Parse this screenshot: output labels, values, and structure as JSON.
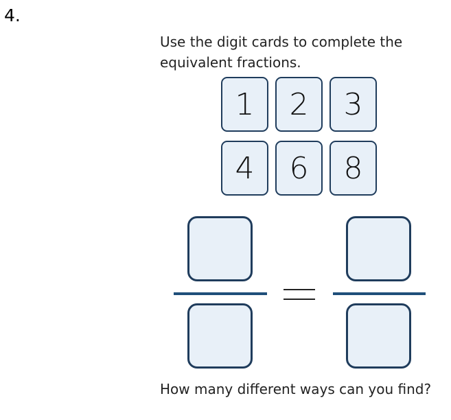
{
  "question_number": "4.",
  "instruction": {
    "line1": "Use the digit cards to complete the",
    "line2": "equivalent fractions."
  },
  "digit_cards": [
    "1",
    "2",
    "3",
    "4",
    "6",
    "8"
  ],
  "equals_sign": "=",
  "footer_question": "How many different ways can you find?",
  "colors": {
    "card_border": "#1f3c5c",
    "card_fill": "#e8f0f8",
    "fraction_bar": "#1f4f7a"
  }
}
